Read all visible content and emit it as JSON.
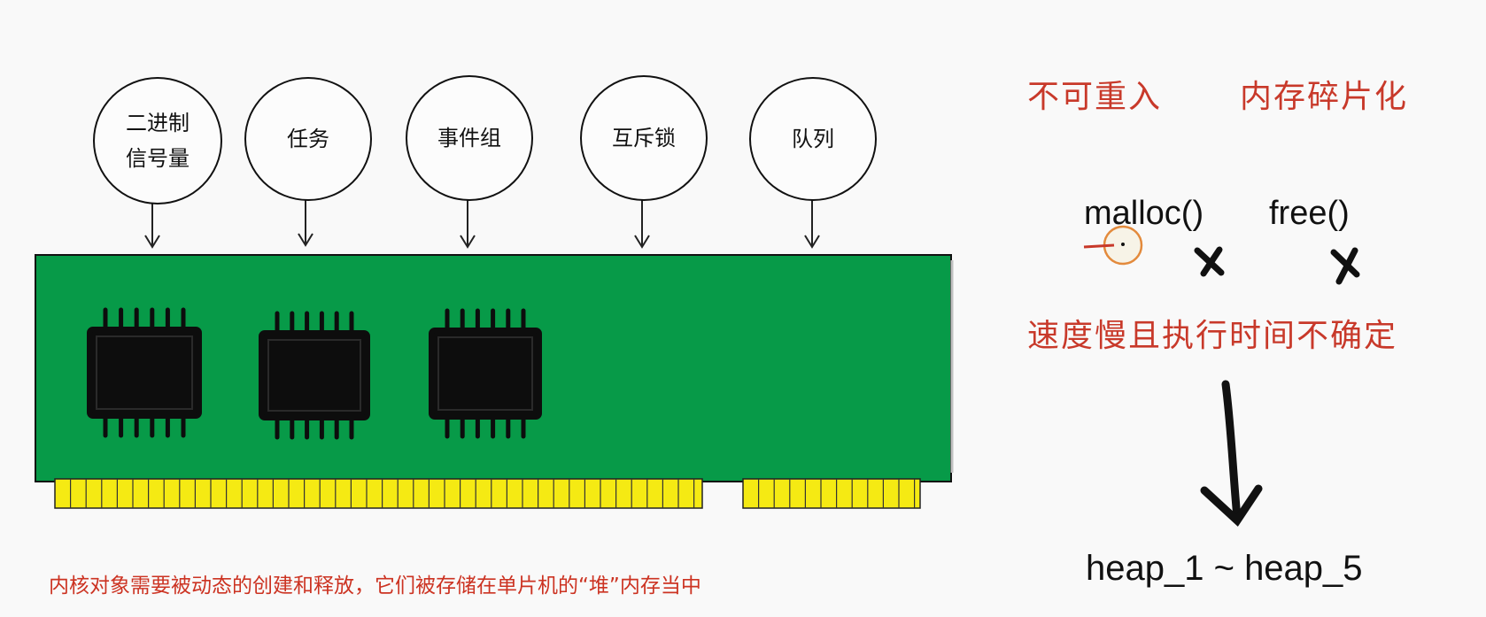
{
  "bubbles": [
    {
      "line1": "二进制",
      "line2": "信号量"
    },
    {
      "line1": "任务",
      "line2": ""
    },
    {
      "line1": "事件组",
      "line2": ""
    },
    {
      "line1": "互斥锁",
      "line2": ""
    },
    {
      "line1": "队列",
      "line2": ""
    }
  ],
  "caption": "内核对象需要被动态的创建和释放，它们被存储在单片机的“堆”内存当中",
  "notes": {
    "non_reentrant": "不可重入",
    "fragmentation": "内存碎片化",
    "malloc": "malloc()",
    "free": "free()",
    "slow": "速度慢且执行时间不确定",
    "heap": "heap_1 ~ heap_5"
  },
  "colors": {
    "board_green": "#079a48",
    "pin_yellow": "#f5ea13",
    "chip_black": "#0d0d0d",
    "red_text": "#c8392a",
    "cursor_orange": "#e38a3c"
  }
}
